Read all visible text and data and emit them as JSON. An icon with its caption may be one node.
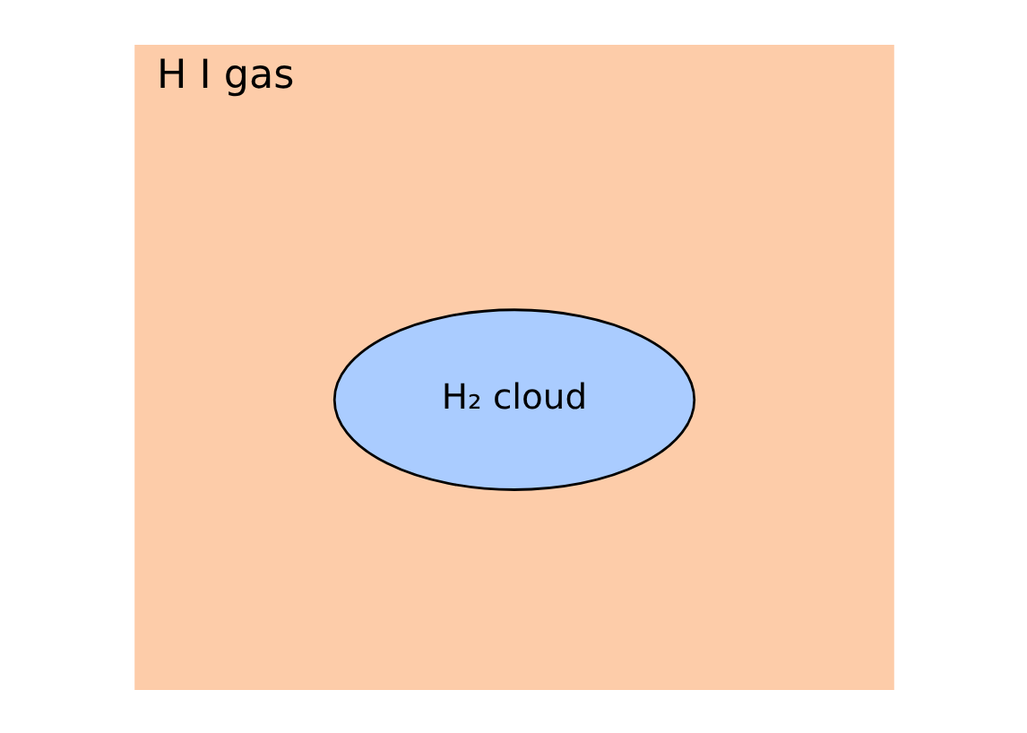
{
  "diagram": {
    "nodes": [
      {
        "text": [
          "H I gas"
        ]
      },
      {
        "text": [
          "H₂ cloud"
        ],
        "in": 0
      }
    ]
  }
}
